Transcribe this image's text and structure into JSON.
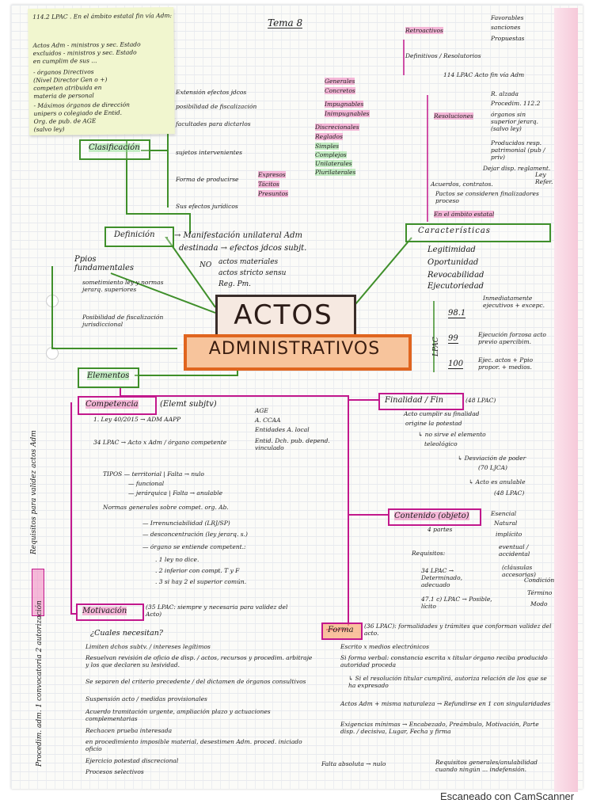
{
  "header": {
    "tema": "Tema 8",
    "footer": "Escaneado con CamScanner"
  },
  "sticky": {
    "lines": [
      "114.2 LPAC . En el ámbito estatal fin vía Adm:",
      "Actos Adm     - ministros y sec. Estado",
      "excluidos      - ministros y sec. Estado",
      "                   en cumplim de sus ...",
      "- órganos Directivos",
      "  (Nivel Director Gen o +)",
      "  competen atribuida en",
      "  materia de personal",
      "- Máximos órganos de dirección",
      "  unipers o colegiado de Entid.",
      "  Org. de pub. de AGE",
      "  (salvo ley)"
    ]
  },
  "clasificacion": {
    "label": "Clasificación",
    "items": [
      {
        "text": "Extensión efectos jdcos",
        "sub": [
          "Generales",
          "Concretos"
        ]
      },
      {
        "text": "posibilidad de fiscalización",
        "sub": [
          "Impugnables",
          "Inimpugnables"
        ]
      },
      {
        "text": "facultades para dictarlos",
        "sub": [
          "Discrecionales",
          "Reglados"
        ]
      },
      {
        "text": "sujetos intervenientes",
        "sub": [
          "Simples",
          "Complejos",
          "Unilaterales",
          "Plurilaterales"
        ]
      },
      {
        "text": "Forma de producirse",
        "sub": [
          "Expresos",
          "Tácitos",
          "Presuntos"
        ]
      },
      {
        "text": "Sus efectos jurídicos",
        "sub": []
      }
    ]
  },
  "definicion": {
    "label": "Definición",
    "line1": "→ Manifestación unilateral Adm",
    "line2": "destinada → efectos jdcos subjt.",
    "no_label": "NO",
    "no_items": [
      "actos materiales",
      "actos stricto sensu",
      "Reg. Pm."
    ]
  },
  "ppios": {
    "label": "Ppios fundamentales",
    "items": [
      "sometimiento ley y normas jerarq. superiores",
      "Posibilidad de fiscalización jurisdiccional"
    ]
  },
  "title": {
    "line1": "ACTOS",
    "line2": "ADMINISTRATIVOS"
  },
  "caracteristicas": {
    "label": "Características",
    "items": [
      "Legitimidad",
      "Oportunidad",
      "Revocabilidad",
      "Ejecutoriedad"
    ],
    "lpac": "LPAC",
    "articles": [
      {
        "num": "98.1",
        "text": "Inmediatamente ejecutivos + excepc."
      },
      {
        "num": "99",
        "text": "Ejecución forzosa acto previo apercibim."
      },
      {
        "num": "100",
        "text": "Ejec. actos + Ppio propor. + medios."
      }
    ]
  },
  "retroactividad": {
    "label": "Retroactivos",
    "items": [
      "Favorables",
      "sanciones",
      "Propuestas"
    ]
  },
  "definitivos": {
    "label": "Definitivos / Resolutorios",
    "note": "114 LPAC Acto fin vía Adm",
    "resoluciones_label": "Resoluciones",
    "resoluciones": [
      "R. alzada",
      "Procedim. 112.2",
      "órganos sin superior jerarq. (salvo ley)",
      "Producidos resp. patrimonial (pub / priv)",
      "Dejar disp. reglament."
    ],
    "ley_label": "Ley Refer.",
    "extra": [
      "Acuerdos, contratos.",
      "Pactos se consideren finalizadores proceso",
      "En el ámbito estatal"
    ]
  },
  "elementos": {
    "label": "Elementos"
  },
  "competencia": {
    "label": "Competencia",
    "suffix": "(Elemt subjtv)",
    "lines": [
      "1. Ley 40/2015 → ADM AAPP",
      "34 LPAC → Acto x Adm / órgano competente",
      "TIPOS — territorial | Falta → nulo",
      "— funcional",
      "— jerárquica | Falta → anulable",
      "Normas generales sobre compet. org. Ab.",
      "— Irrenunciabilidad (LRJ/SP)",
      "— desconcentración (ley jerarq. s.)",
      "— órgano se entiende competent.:",
      ". 1 ley no dice.",
      ". 2 inferior con compt. T y F",
      ". 3 si hay 2 el superior común."
    ],
    "entidades": [
      "AGE",
      "A. CCAA",
      "Entidades A. local",
      "Entid. Dch. pub. depend. vinculado"
    ]
  },
  "finalidad": {
    "label": "Finalidad / Fin",
    "suffix": "(48 LPAC)",
    "lines": [
      "Acto cumplir su finalidad",
      "origine la potestad",
      "↳ no sirve el elemento",
      "teleológico",
      "↳ Desviación de poder",
      "(70 LJCA)",
      "↳ Acto es anulable",
      "(48 LPAC)"
    ]
  },
  "contenido": {
    "label": "Contenido (objeto)",
    "parts": "4 partes",
    "kinds": [
      "Esencial",
      "Natural",
      "implícito",
      "eventual / accidental",
      "(cláusulas accesorias)"
    ],
    "requisitos_label": "Requisitos:",
    "requisitos": [
      "34 LPAC → Determinado, adecuado",
      "47.1 c) LPAC → Posible, lícito"
    ],
    "accidentales": [
      "Condición",
      "Término",
      "Modo"
    ]
  },
  "motivacion": {
    "label": "Motivación",
    "suffix": "(35 LPAC: siempre y necesaria para validez del Acto)",
    "question": "¿Cuales necesitan?",
    "items": [
      "Limiten dchos subtv. / intereses legítimos",
      "Resuelvan revisión de oficio de disp. / actos, recursos y procedim. arbitraje y los que declaren su lesividad.",
      "Se separen del criterio precedente / del dictamen de órganos consultivos",
      "Suspensión acto / medidas provisionales",
      "Acuerdo tramitación urgente, ampliación plazo y actuaciones complementarias",
      "Rechacen prueba interesada",
      "en procedimiento imposible material, desestimen Adm. proced. iniciado oficio",
      "Ejercicio potestad discrecional",
      "Procesos selectivos"
    ]
  },
  "forma": {
    "label": "Forma",
    "suffix": "(36 LPAC): formalidades y trámites que conforman validez del acto.",
    "items": [
      "Escrito x medios electrónicos",
      "Si forma verbal: constancia escrita x titular órgano reciba producido autoridad proceda",
      "↳ Si el resolución titular cumplirá, autoriza relación de los que se ha expresado",
      "Actos Adm + misma naturaleza → Refundirse en 1 con singularidades",
      "Exigencias mínimas → Encabezado, Preámbulo, Motivación, Parte disp. / decisiva, Lugar, Fecha y firma",
      "Falta absoluta → nulo",
      "Requisitos generales/anulabilidad cuando ningún ... indefensión."
    ]
  },
  "vertical": {
    "requisitos_validez": "Requisitos para validez actos Adm",
    "procedimiento": "Procedim. adm. 1 convocatoria 2 autorización"
  }
}
